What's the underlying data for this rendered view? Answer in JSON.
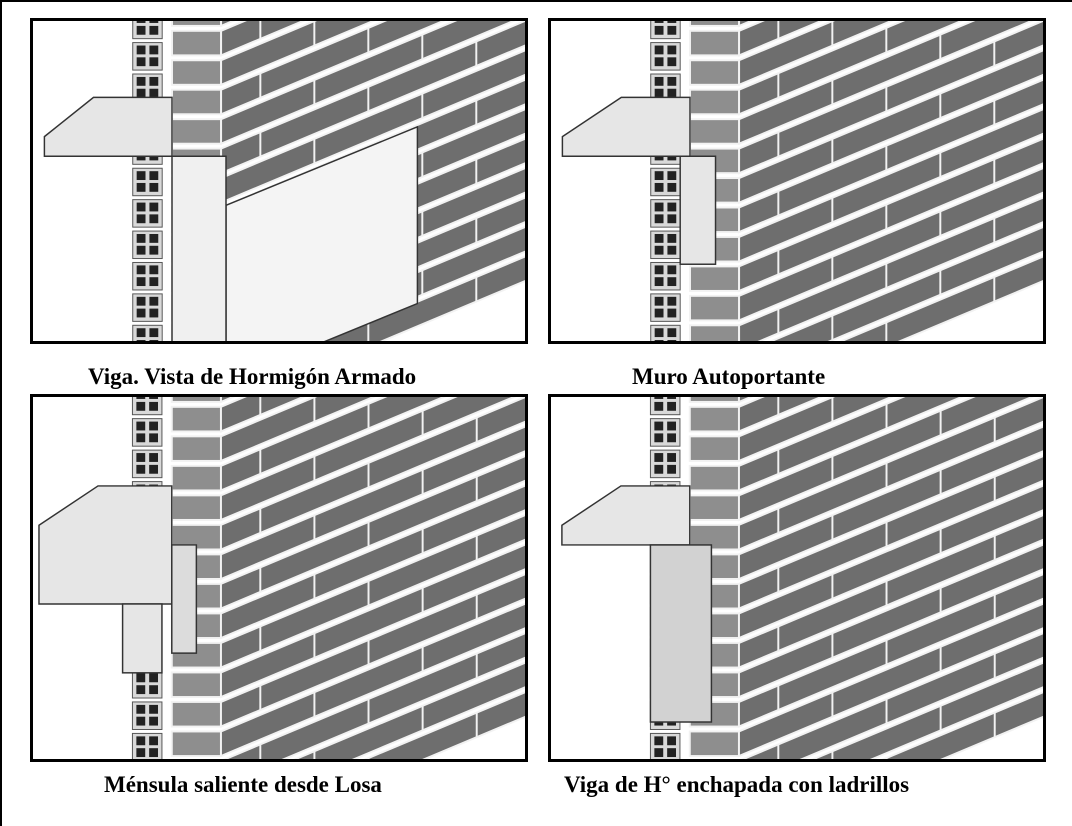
{
  "panels": [
    {
      "id": "p1",
      "caption": "Viga. Vista de Hormigón Armado",
      "variant": "beam"
    },
    {
      "id": "p2",
      "caption": "Muro Autoportante",
      "variant": "selfsupport"
    },
    {
      "id": "p3",
      "caption": "Ménsula saliente desde Losa",
      "variant": "corbel"
    },
    {
      "id": "p4",
      "caption": "Viga de H° enchapada con ladrillos",
      "variant": "veneer"
    }
  ],
  "colors": {
    "brick": "#8e8e8e",
    "brick_dark": "#6e6e6e",
    "mortar": "#f2f2f2",
    "concrete": "#e6e6e6",
    "concrete_edge": "#bdbdbd",
    "line": "#000000"
  }
}
